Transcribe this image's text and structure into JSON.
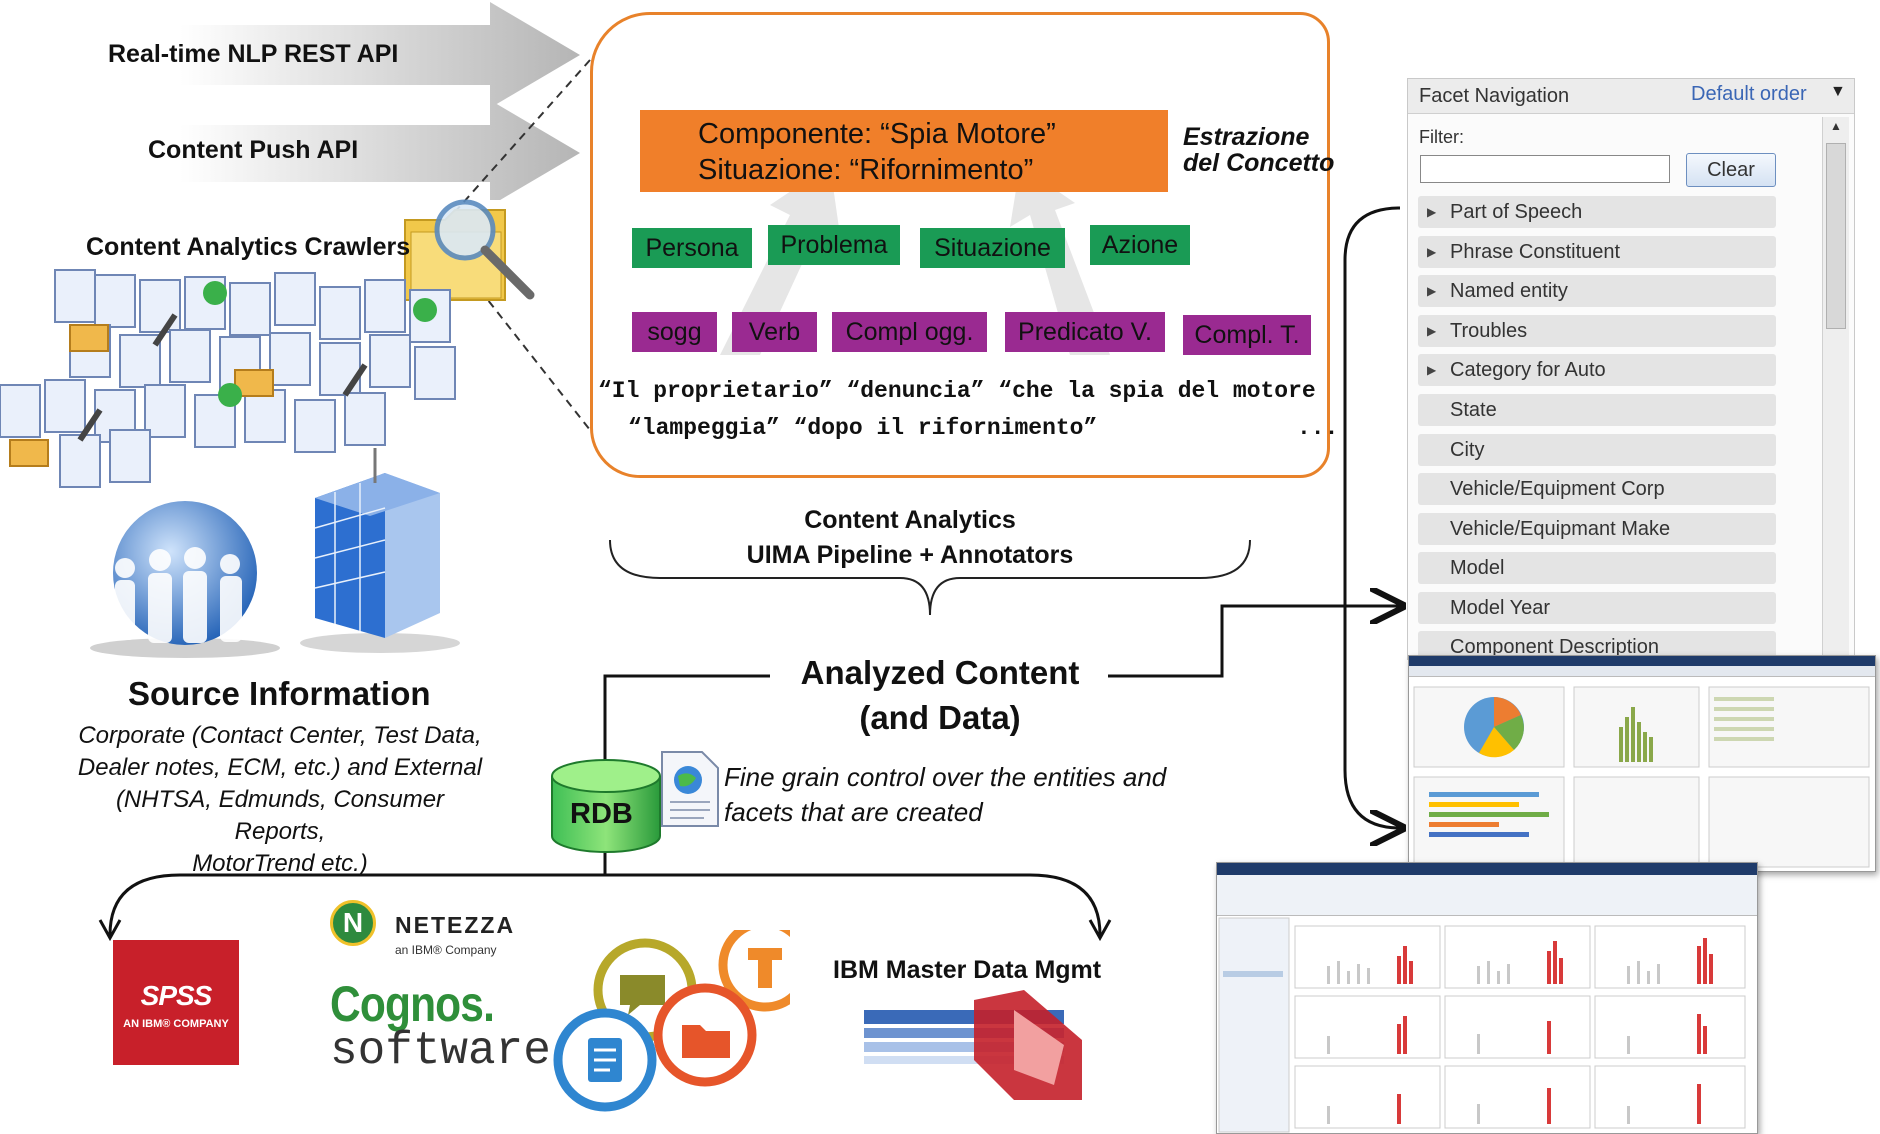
{
  "inputs": {
    "rest_api": "Real-time NLP REST API",
    "push_api": "Content Push API",
    "crawlers": "Content Analytics Crawlers"
  },
  "concept_box": {
    "concept_line1": "Componente: “Spia Motore”",
    "concept_line2": "Situazione: “Rifornimento”",
    "extraction_label_line1": "Estrazione",
    "extraction_label_line2": "del Concetto",
    "entities": [
      "Persona",
      "Problema",
      "Situazione",
      "Azione"
    ],
    "pos_tags": [
      "sogg",
      "Verb",
      "Compl ogg.",
      "Predicato V.",
      "Compl. T."
    ],
    "sentence_line1": "“Il proprietario” “denuncia” “che la spia del motore",
    "sentence_line2": "“lampeggia” “dopo il rifornimento”",
    "sentence_ellipsis": "..."
  },
  "pipeline": {
    "line1": "Content Analytics",
    "line2": "UIMA Pipeline + Annotators"
  },
  "source": {
    "title": "Source Information",
    "desc_line1": "Corporate (Contact Center, Test Data,",
    "desc_line2": "Dealer notes, ECM, etc.) and External",
    "desc_line3": "(NHTSA, Edmunds, Consumer Reports,",
    "desc_line4": "MotorTrend etc.)"
  },
  "analyzed": {
    "line1": "Analyzed Content",
    "line2": "(and Data)",
    "rdb_label": "RDB",
    "fine_line1": "Fine grain control over the entities and",
    "fine_line2": "facets that are created"
  },
  "outputs": {
    "spss_main": "SPSS",
    "spss_sub": "AN IBM® COMPANY",
    "netezza_n": "N",
    "netezza_name": "NETEZZA",
    "netezza_sub": "an IBM® Company",
    "cognos_line1": "Cognos.",
    "cognos_line2": "software",
    "mdm_label": "IBM Master Data Mgmt"
  },
  "facet_panel": {
    "title": "Facet Navigation",
    "order": "Default order",
    "filter_label": "Filter:",
    "clear_button": "Clear",
    "expandable": [
      "Part of Speech",
      "Phrase Constituent",
      "Named entity",
      "Troubles",
      "Category for Auto"
    ],
    "items": [
      "State",
      "City",
      "Vehicle/Equipment Corp",
      "Vehicle/Equipmant Make",
      "Model",
      "Model Year",
      "Component Description"
    ]
  },
  "colors": {
    "orange": "#f07f2a",
    "green": "#1a9b55",
    "purple": "#9a2a91",
    "box_border": "#e8822a",
    "spss_red": "#c8202a",
    "cognos_green": "#2f8f3a"
  }
}
